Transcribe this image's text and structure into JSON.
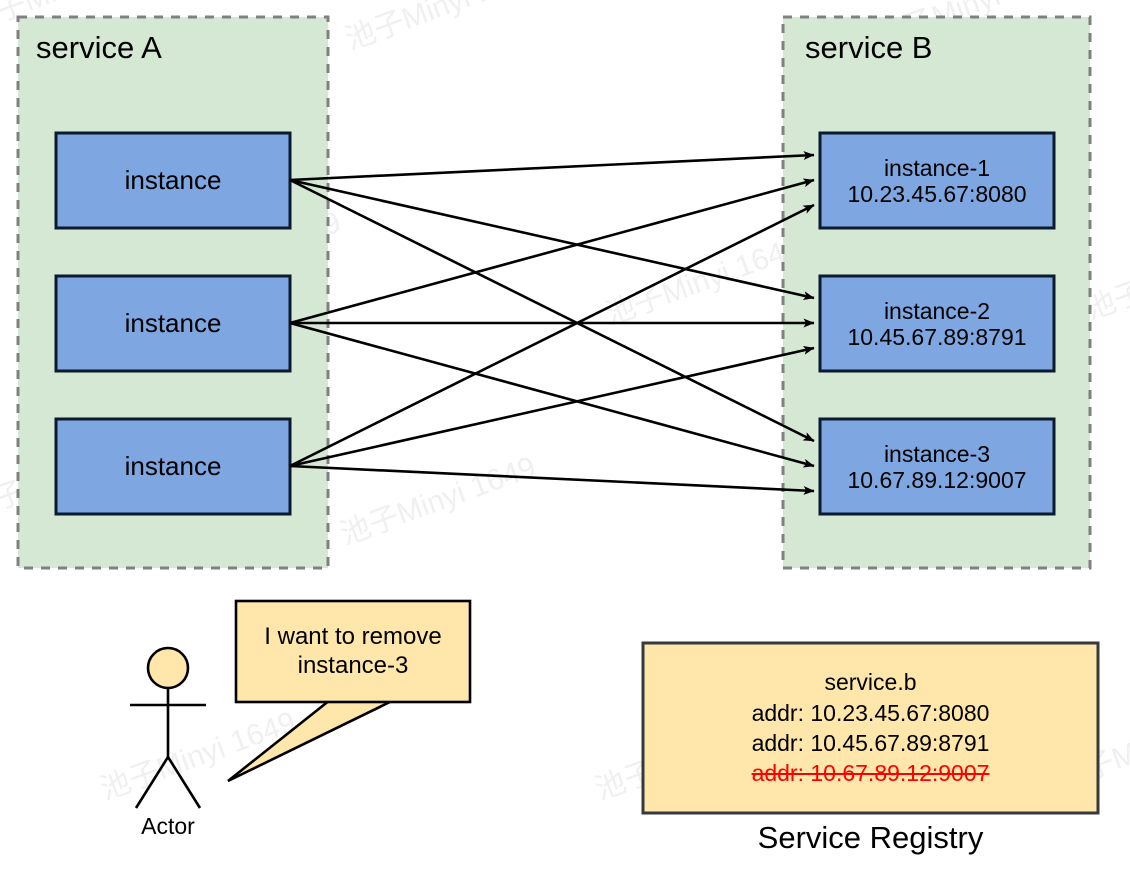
{
  "watermark": {
    "text": "池子Minyi 1649",
    "color": "#f0f0f0"
  },
  "colors": {
    "service_container_fill": "#d5e8d4",
    "service_container_stroke": "#808080",
    "instance_fill": "#7ea6e0",
    "instance_stroke": "#0b1a2e",
    "note_fill": "#ffe6aa",
    "note_stroke": "#36393d",
    "arrow": "#000000",
    "strikethrough_red": "#ff0000",
    "actor_head_fill": "#ffe6aa"
  },
  "services": {
    "left": {
      "title": "service A",
      "instances": [
        {
          "name": "instance"
        },
        {
          "name": "instance"
        },
        {
          "name": "instance"
        }
      ]
    },
    "right": {
      "title": "service B",
      "instances": [
        {
          "name": "instance-1",
          "addr": "10.23.45.67:8080"
        },
        {
          "name": "instance-2",
          "addr": "10.45.67.89:8791"
        },
        {
          "name": "instance-3",
          "addr": "10.67.89.12:9007"
        }
      ]
    }
  },
  "actor": {
    "caption": "Actor",
    "speech": {
      "line1": "I want to remove",
      "line2": "instance-3"
    }
  },
  "registry": {
    "caption": "Service Registry",
    "service_name": "service.b",
    "entries": [
      {
        "text": "addr: 10.23.45.67:8080",
        "removed": false
      },
      {
        "text": "addr: 10.45.67.89:8791",
        "removed": false
      },
      {
        "text": "addr: 10.67.89.12:9007",
        "removed": true
      }
    ]
  }
}
